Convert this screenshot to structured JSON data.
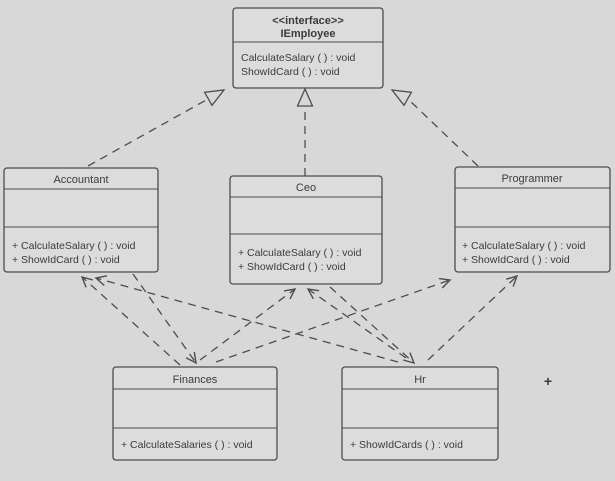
{
  "interface_box": {
    "stereotype": "<<interface>>",
    "name": "IEmployee",
    "methods": [
      "CalculateSalary ( ) : void",
      "ShowIdCard ( ) : void"
    ]
  },
  "classes": {
    "accountant": {
      "name": "Accountant",
      "methods": [
        "+ CalculateSalary ( ) : void",
        "+ ShowIdCard ( ) : void"
      ]
    },
    "ceo": {
      "name": "Ceo",
      "methods": [
        "+ CalculateSalary ( ) : void",
        "+ ShowIdCard ( ) : void"
      ]
    },
    "programmer": {
      "name": "Programmer",
      "methods": [
        "+ CalculateSalary ( ) : void",
        "+ ShowIdCard ( ) : void"
      ]
    },
    "finances": {
      "name": "Finances",
      "methods": [
        "+ CalculateSalaries ( ) : void"
      ]
    },
    "hr": {
      "name": "Hr",
      "methods": [
        "+ ShowIdCards ( ) : void"
      ]
    }
  },
  "relationships": {
    "realizations": [
      {
        "from": "Accountant",
        "to": "IEmployee"
      },
      {
        "from": "Ceo",
        "to": "IEmployee"
      },
      {
        "from": "Programmer",
        "to": "IEmployee"
      }
    ],
    "dependencies": [
      {
        "from": "Finances",
        "to": "Accountant"
      },
      {
        "from": "Finances",
        "to": "Ceo"
      },
      {
        "from": "Finances",
        "to": "Programmer"
      },
      {
        "from": "Hr",
        "to": "Accountant"
      },
      {
        "from": "Hr",
        "to": "Ceo"
      },
      {
        "from": "Hr",
        "to": "Programmer"
      },
      {
        "from": "Accountant",
        "to": "Finances"
      },
      {
        "from": "Ceo",
        "to": "Hr"
      }
    ]
  },
  "cursor": {
    "glyph": "+",
    "color": "#2b2ba8"
  },
  "colors": {
    "background": "#d8d8d8",
    "box_fill": "#dcdcdc",
    "stroke": "#4d4d4d",
    "text": "#3b3b3b"
  }
}
